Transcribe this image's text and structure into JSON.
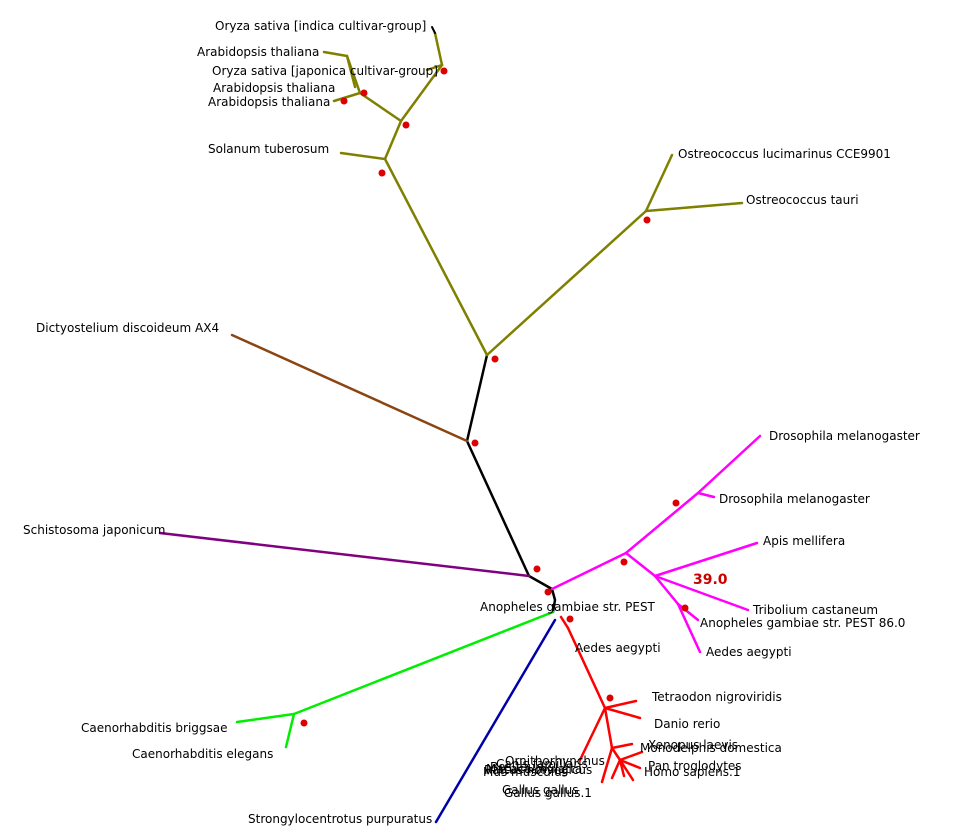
{
  "colors": {
    "plants": "#808000",
    "dictyostelium": "#8b4513",
    "backbone": "#000000",
    "schistosoma": "#800080",
    "insects": "#ff00ff",
    "nematodes": "#00ee00",
    "echinoderm": "#0000aa",
    "vertebrates": "#ff0000",
    "node_marker": "#dd0000"
  },
  "labels": {
    "oryza_indica": "Oryza sativa [indica cultivar-group]",
    "arabidopsis_1": "Arabidopsis thaliana",
    "oryza_japonica": "Oryza sativa [japonica cultivar-group]",
    "arabidopsis_2": "Arabidopsis thaliana",
    "arabidopsis_3": "Arabidopsis thaliana",
    "solanum": "Solanum tuberosum",
    "ostreococcus_luci": "Ostreococcus lucimarinus CCE9901",
    "ostreococcus_tauri": "Ostreococcus tauri",
    "dictyostelium": "Dictyostelium discoideum AX4",
    "drosophila_1": "Drosophila melanogaster",
    "drosophila_2": "Drosophila melanogaster",
    "apis": "Apis mellifera",
    "tribolium": "Tribolium castaneum",
    "anopheles_86": "Anopheles gambiae str. PEST 86.0",
    "aedes_1": "Aedes aegypti",
    "schistosoma": "Schistosoma japonicum",
    "anopheles_pest": "Anopheles gambiae str. PEST",
    "aedes_2": "Aedes aegypti",
    "tetraodon": "Tetraodon nigroviridis",
    "danio": "Danio rerio",
    "xenopus": "Xenopus laevis",
    "monodelphis": "Monodelphis domestica",
    "pan": "Pan troglodytes",
    "homo": "Homo sapiens.1",
    "gallus_1": "Gallus gallus",
    "gallus_2": "Gallus gallus.1",
    "overlap_1": "Ornithorhynchus",
    "overlap_2": "Canis familiaris",
    "overlap_3": "Bos taurus",
    "overlap_4": "Rattus norvegicus",
    "overlap_5": "Mus musculus",
    "overlap_6": "Macaca mulatta",
    "caeno_briggsae": "Caenorhabditis briggsae",
    "caeno_elegans": "Caenorhabditis elegans",
    "strongylocentrotus": "Strongylocentrotus purpuratus",
    "support_value": "39.0"
  }
}
